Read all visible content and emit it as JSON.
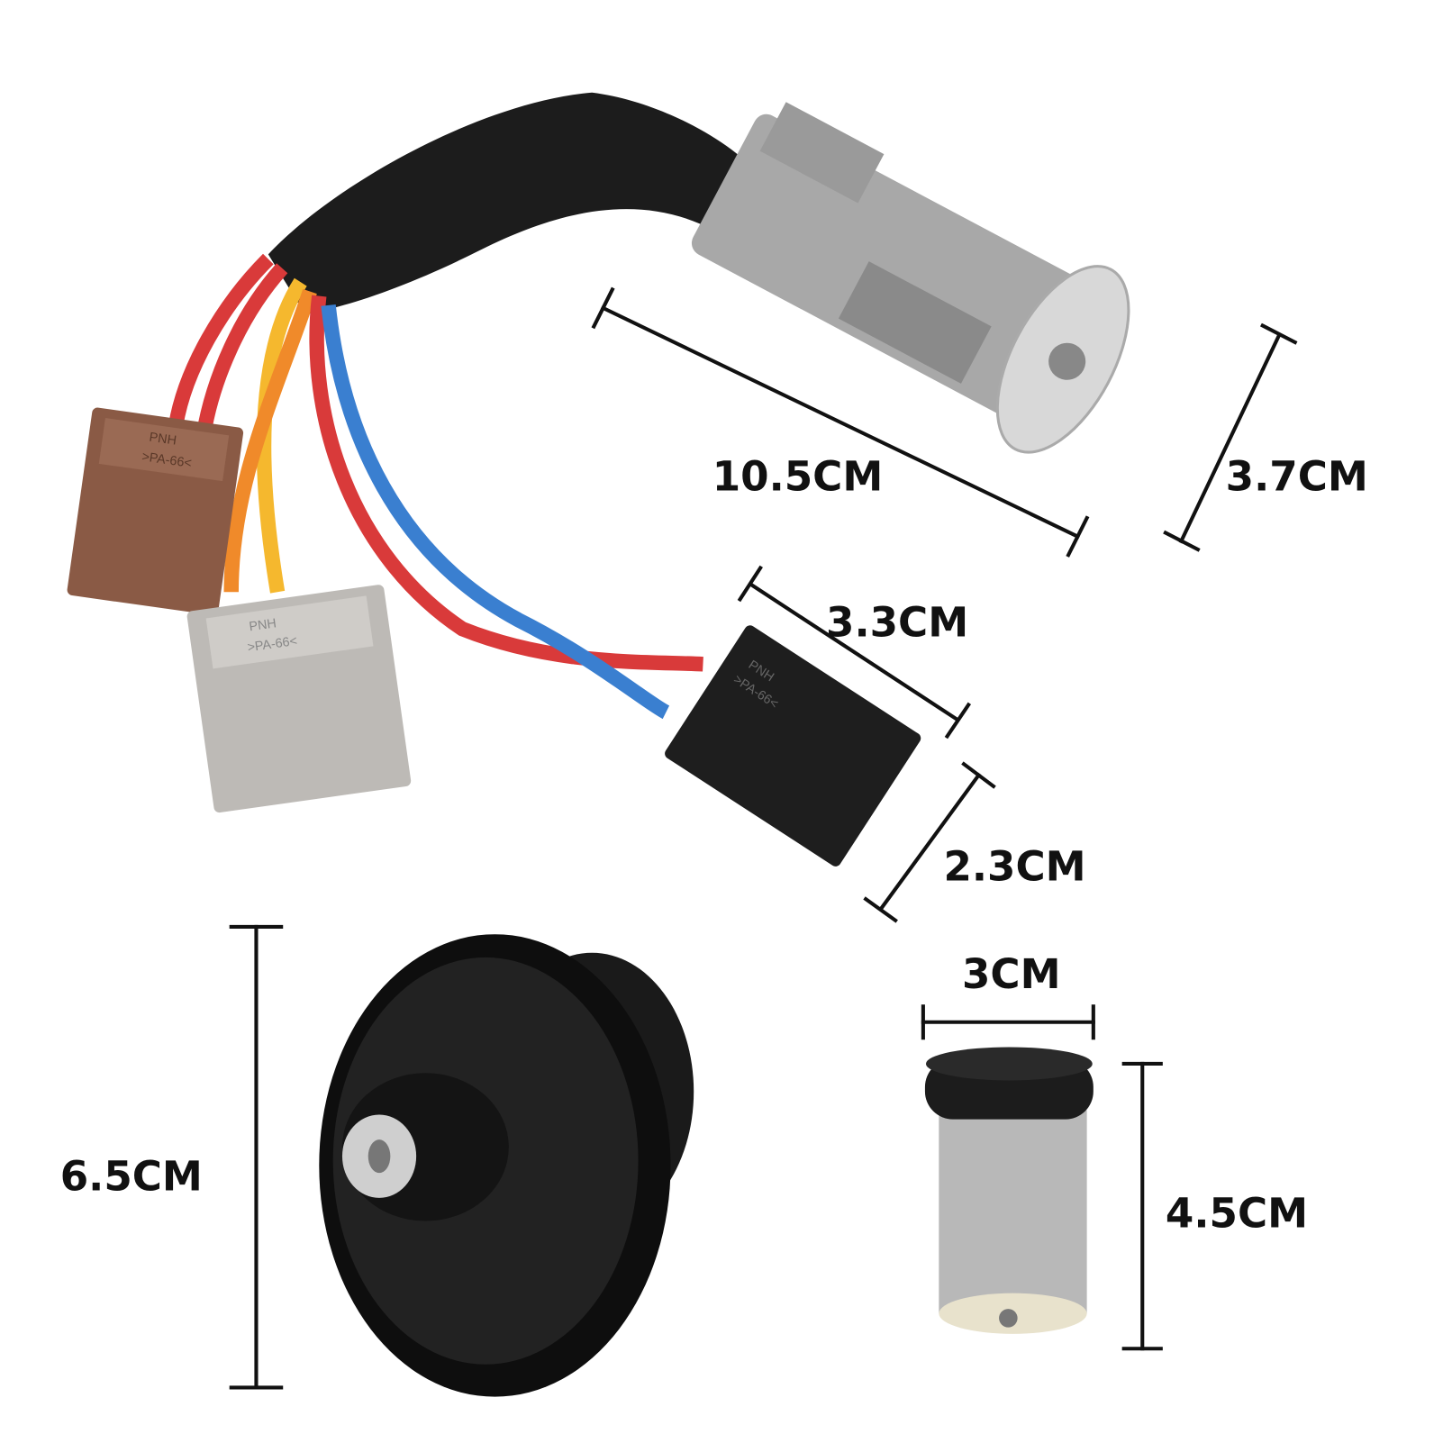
{
  "dimensions": {
    "switch_length": "10.5CM",
    "switch_diameter": "3.7CM",
    "connector_length": "3.3CM",
    "connector_width": "2.3CM",
    "cap_diameter": "6.5CM",
    "cylinder_width": "3CM",
    "cylinder_height": "4.5CM"
  },
  "connector_markings": {
    "brand": "PNH",
    "material": ">PA-66<"
  },
  "colors": {
    "wire_red": "#d93a3a",
    "wire_yellow": "#f5b82e",
    "wire_orange": "#f08a2a",
    "wire_blue": "#3a7fd0",
    "connector_brown": "#8a5a45",
    "connector_grey": "#bdbab6",
    "connector_black": "#1e1e1e",
    "metal": "#a8a8a8"
  }
}
